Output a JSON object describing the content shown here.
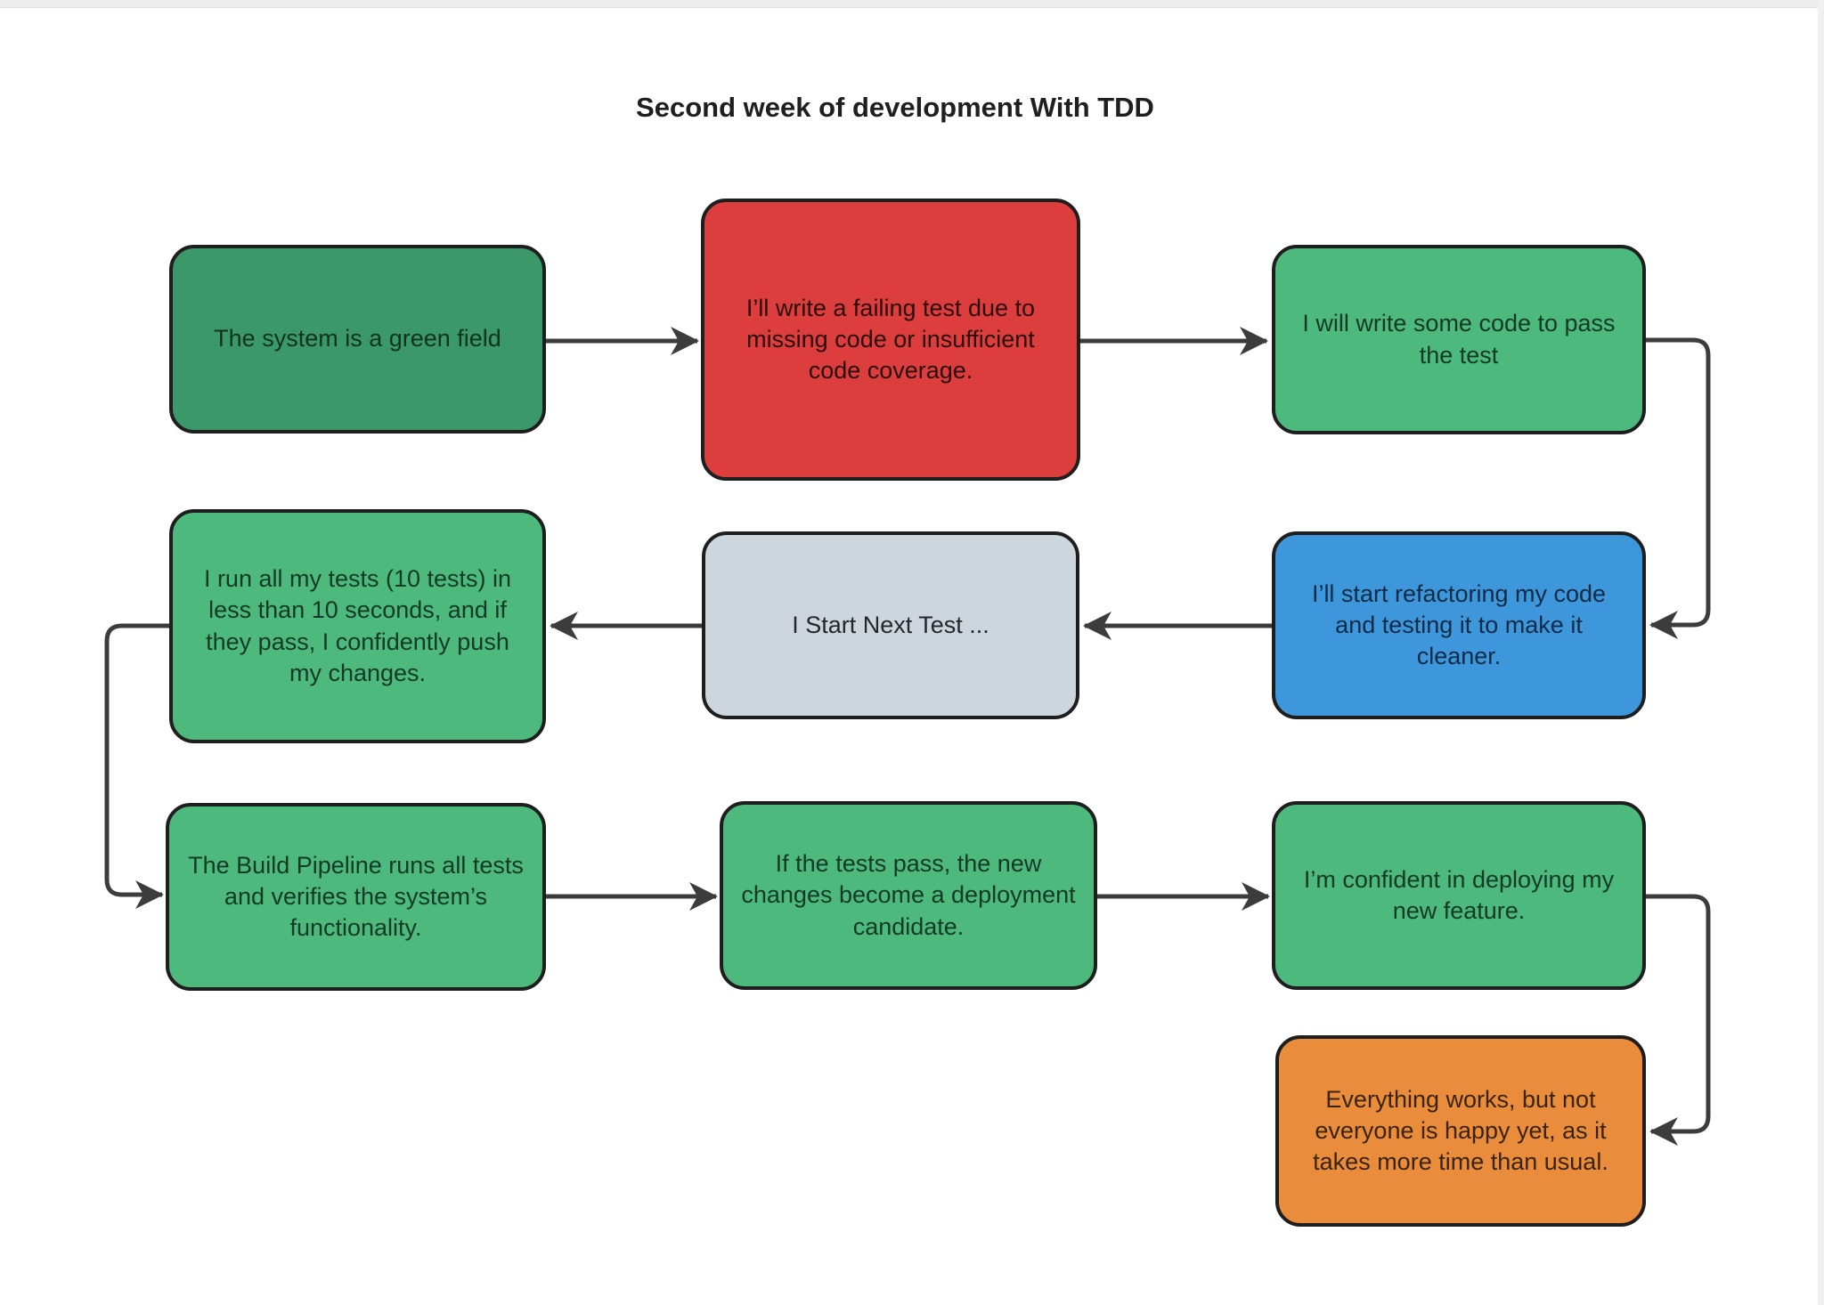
{
  "page": {
    "background": "#ffffff",
    "top_bar_color": "#ececec",
    "right_bar_color": "#f0f0f0"
  },
  "title": "Second week of development With TDD",
  "title_color": "#1f1f1f",
  "diagram": {
    "arrow_color": "#3c3c3c",
    "node_border_color": "#1e1e1e",
    "nodes": [
      {
        "id": "n1",
        "text": "The system is a green field",
        "fill": "#3b9868",
        "text_color": "#10331f"
      },
      {
        "id": "n2",
        "text": "I’ll write a failing test due to missing code or insufficient code coverage.",
        "fill": "#dc3e3e",
        "text_color": "#2d0a0a"
      },
      {
        "id": "n3",
        "text": "I will write some code to pass the test",
        "fill": "#4db97c",
        "text_color": "#123a24"
      },
      {
        "id": "n4",
        "text": "I run all my tests (10 tests) in less than 10 seconds, and if they pass, I confidently push my changes.",
        "fill": "#4db97c",
        "text_color": "#123a24"
      },
      {
        "id": "n5",
        "text": "I Start Next Test ...",
        "fill": "#ced6dd",
        "text_color": "#23282d"
      },
      {
        "id": "n6",
        "text": "I’ll start refactoring my code and testing it to make it cleaner.",
        "fill": "#3e96db",
        "text_color": "#0e2b47"
      },
      {
        "id": "n7",
        "text": "The Build Pipeline runs all tests and verifies the system’s functionality.",
        "fill": "#4db97c",
        "text_color": "#123a24"
      },
      {
        "id": "n8",
        "text": "If the tests pass, the new changes become a deployment candidate.",
        "fill": "#4db97c",
        "text_color": "#123a24"
      },
      {
        "id": "n9",
        "text": "I’m confident in deploying my new feature.",
        "fill": "#4db97c",
        "text_color": "#123a24"
      },
      {
        "id": "n10",
        "text": "Everything works, but not everyone is happy yet, as it takes more time than usual.",
        "fill": "#e98d3c",
        "text_color": "#3a2309"
      }
    ],
    "edges": [
      {
        "from": "n1",
        "to": "n2"
      },
      {
        "from": "n2",
        "to": "n3"
      },
      {
        "from": "n3",
        "to": "n6"
      },
      {
        "from": "n6",
        "to": "n5"
      },
      {
        "from": "n5",
        "to": "n4"
      },
      {
        "from": "n4",
        "to": "n7"
      },
      {
        "from": "n7",
        "to": "n8"
      },
      {
        "from": "n8",
        "to": "n9"
      },
      {
        "from": "n9",
        "to": "n10"
      }
    ]
  }
}
